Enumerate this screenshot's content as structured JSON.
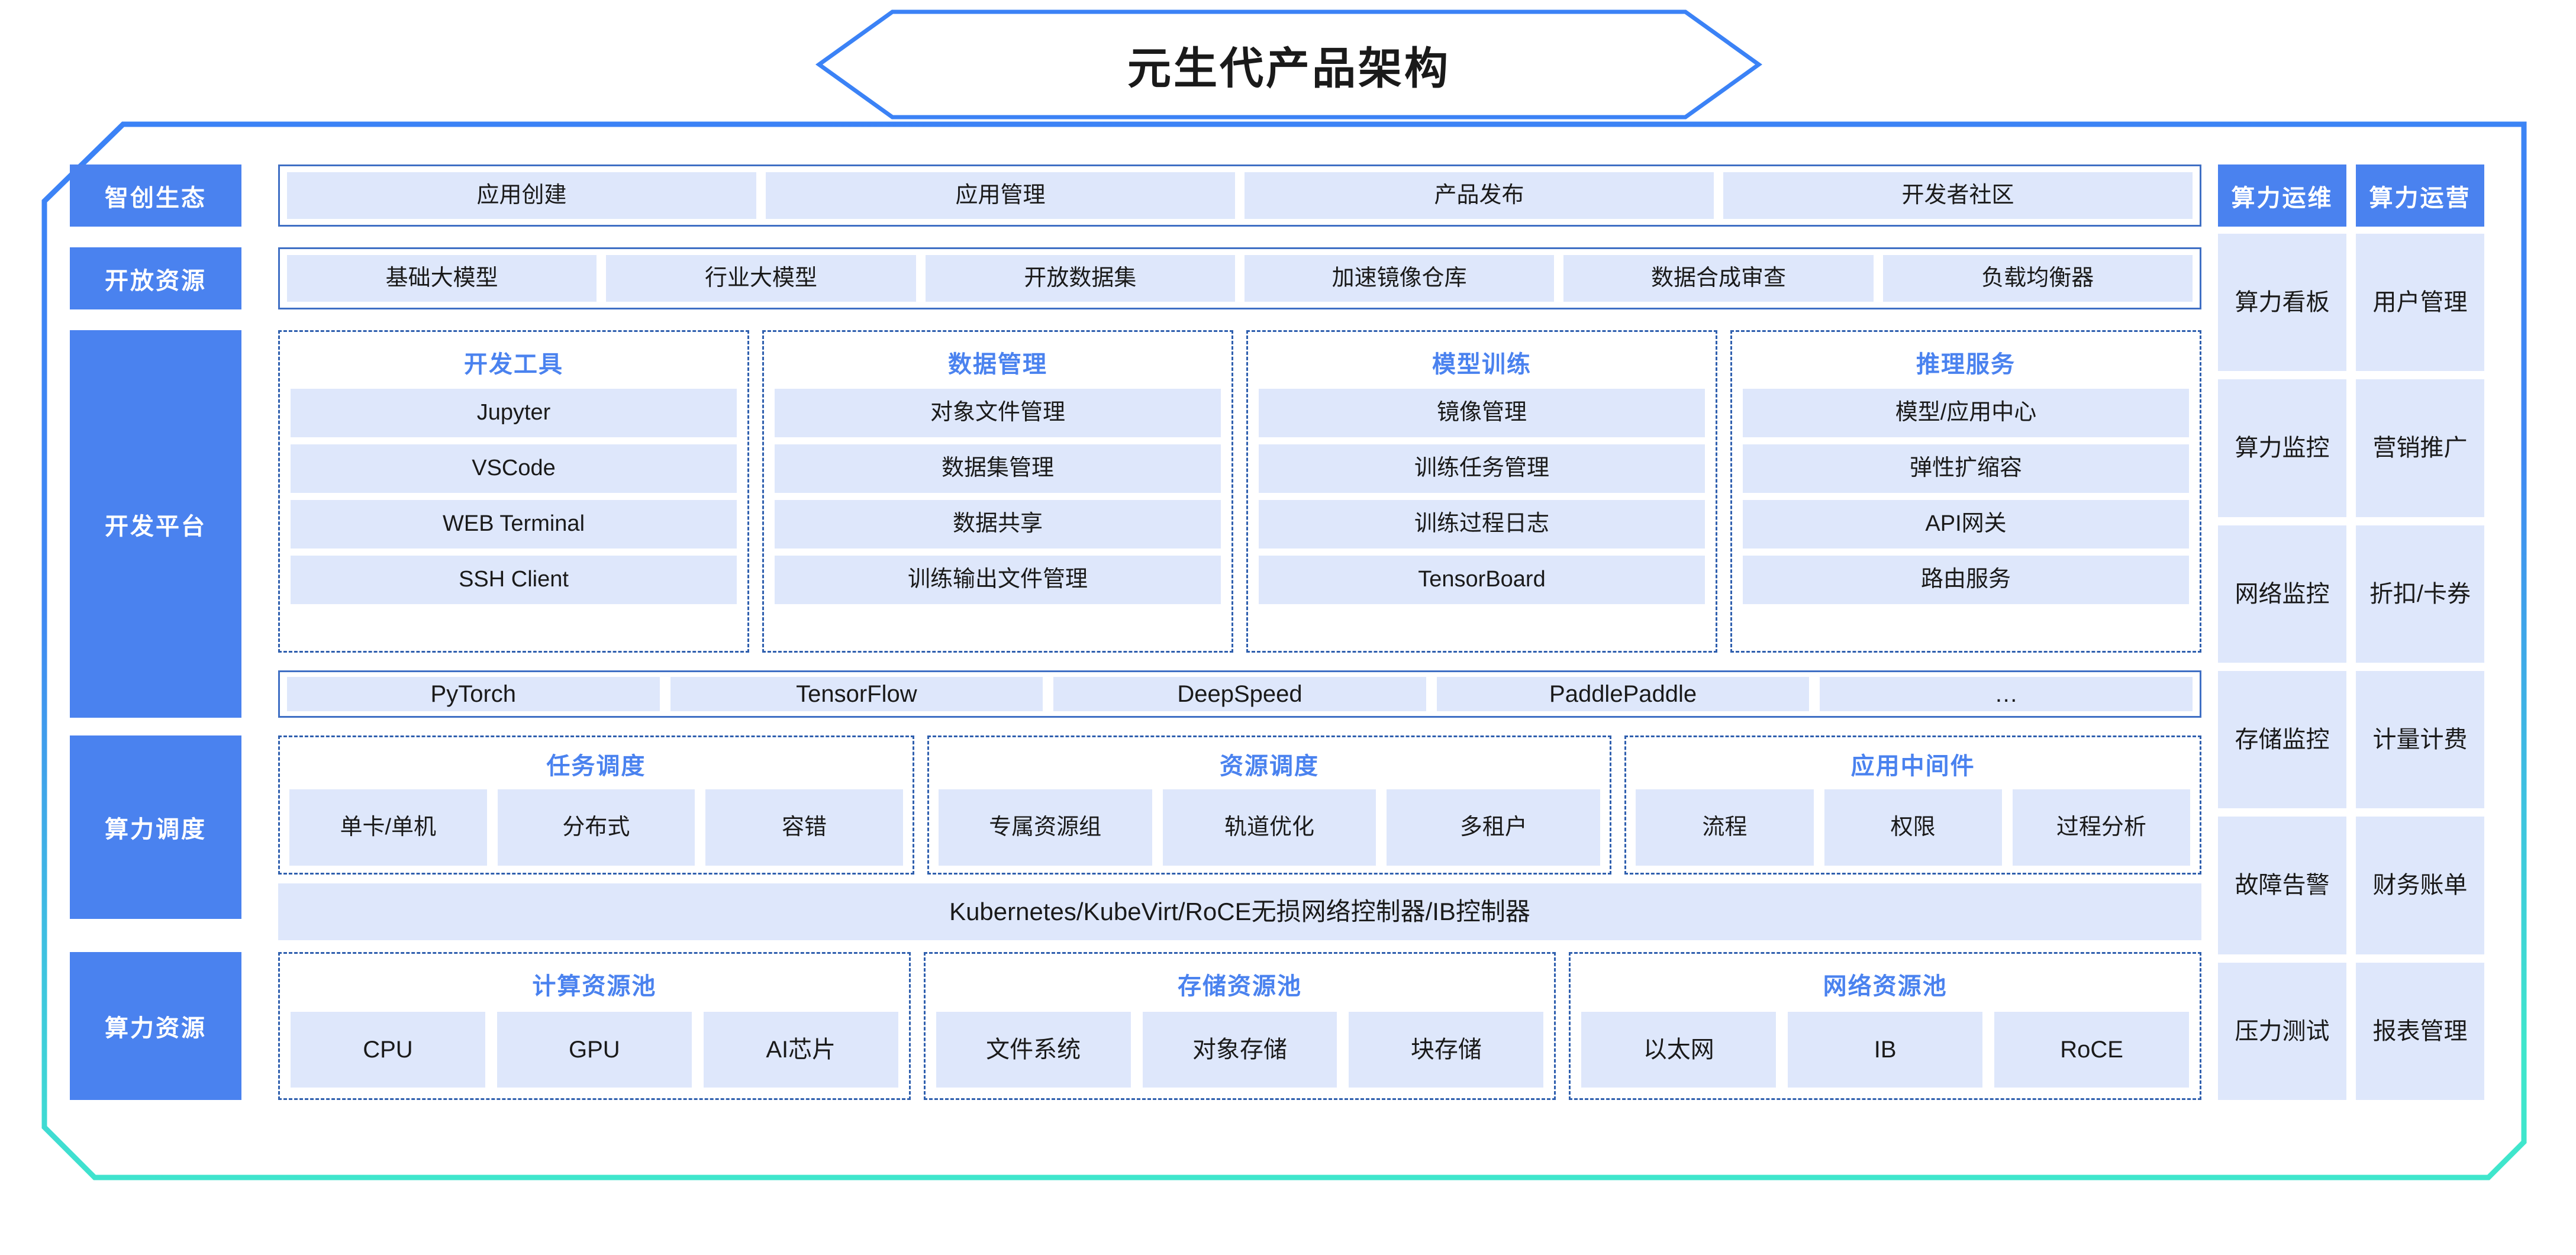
{
  "title": "元生代产品架构",
  "theme": {
    "accent_blue": "#4a82ef",
    "cell_fill": "#dee7fb",
    "group_border": "#2f5fae",
    "frame_top": "#3b82f6",
    "frame_bottom": "#3fe0cf"
  },
  "rows": {
    "ecosystem": {
      "label": "智创生态",
      "items": [
        "应用创建",
        "应用管理",
        "产品发布",
        "开发者社区"
      ]
    },
    "open_resource": {
      "label": "开放资源",
      "items": [
        "基础大模型",
        "行业大模型",
        "开放数据集",
        "加速镜像仓库",
        "数据合成审查",
        "负载均衡器"
      ]
    },
    "dev_platform": {
      "label": "开发平台",
      "groups": [
        {
          "title": "开发工具",
          "items": [
            "Jupyter",
            "VSCode",
            "WEB Terminal",
            "SSH Client"
          ]
        },
        {
          "title": "数据管理",
          "items": [
            "对象文件管理",
            "数据集管理",
            "数据共享",
            "训练输出文件管理"
          ]
        },
        {
          "title": "模型训练",
          "items": [
            "镜像管理",
            "训练任务管理",
            "训练过程日志",
            "TensorBoard"
          ]
        },
        {
          "title": "推理服务",
          "items": [
            "模型/应用中心",
            "弹性扩缩容",
            "API网关",
            "路由服务"
          ]
        }
      ],
      "frameworks": [
        "PyTorch",
        "TensorFlow",
        "DeepSpeed",
        "PaddlePaddle",
        "…"
      ]
    },
    "scheduling": {
      "label": "算力调度",
      "groups": [
        {
          "title": "任务调度",
          "items": [
            "单卡/单机",
            "分布式",
            "容错"
          ]
        },
        {
          "title": "资源调度",
          "items": [
            "专属资源组",
            "轨道优化",
            "多租户"
          ]
        },
        {
          "title": "应用中间件",
          "items": [
            "流程",
            "权限",
            "过程分析"
          ]
        }
      ],
      "platform_bar": "Kubernetes/KubeVirt/RoCE无损网络控制器/IB控制器"
    },
    "compute_resource": {
      "label": "算力资源",
      "groups": [
        {
          "title": "计算资源池",
          "items": [
            "CPU",
            "GPU",
            "AI芯片"
          ]
        },
        {
          "title": "存储资源池",
          "items": [
            "文件系统",
            "对象存储",
            "块存储"
          ]
        },
        {
          "title": "网络资源池",
          "items": [
            "以太网",
            "IB",
            "RoCE"
          ]
        }
      ]
    }
  },
  "sidebar": {
    "columns": [
      {
        "head": "算力运维",
        "items": [
          "算力看板",
          "算力监控",
          "网络监控",
          "存储监控",
          "故障告警",
          "压力测试"
        ]
      },
      {
        "head": "算力运营",
        "items": [
          "用户管理",
          "营销推广",
          "折扣/卡券",
          "计量计费",
          "财务账单",
          "报表管理"
        ]
      }
    ]
  }
}
